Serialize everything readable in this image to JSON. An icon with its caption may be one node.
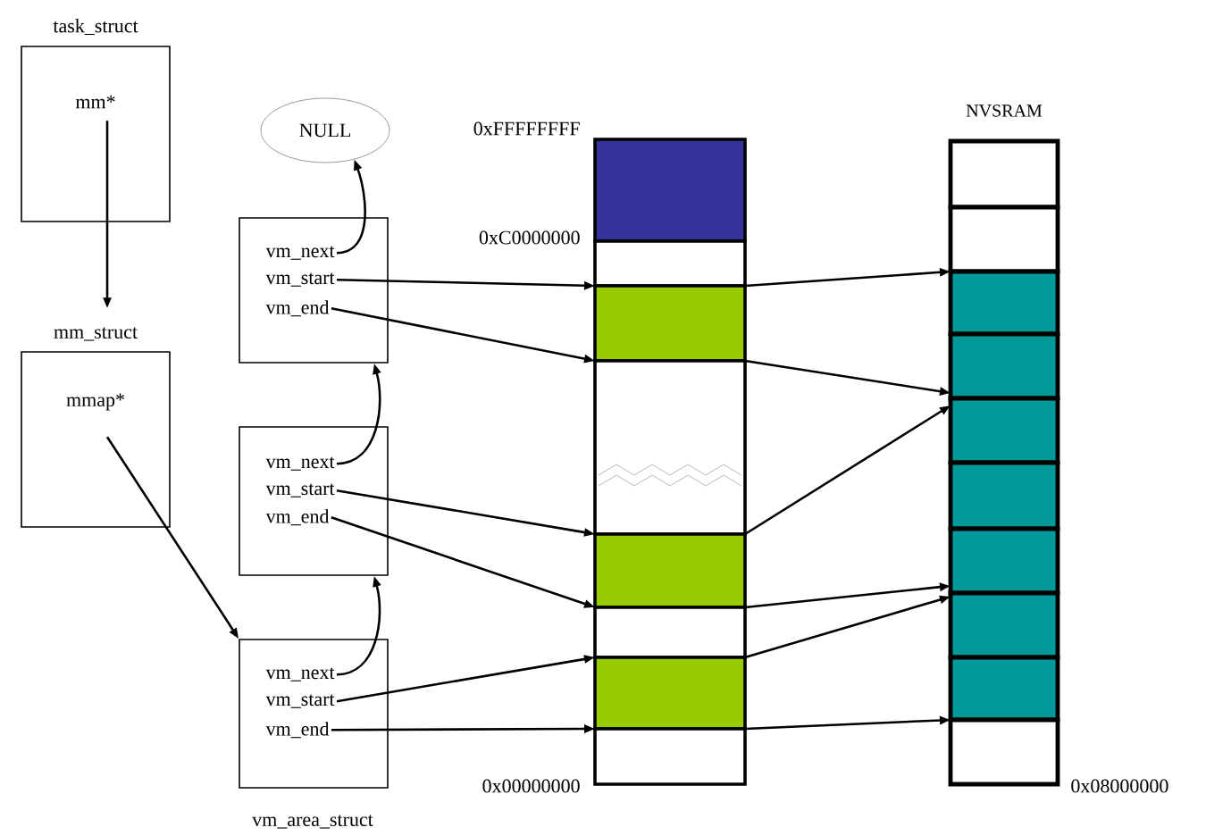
{
  "diagram": {
    "nodes": [
      {
        "text": [
          "task_struct",
          "mm*"
        ]
      },
      {
        "text": [
          "mm_struct",
          "mmap*"
        ]
      },
      {
        "text": [
          "NULL"
        ]
      },
      {
        "text": [],
        "shape": "box"
      },
      {
        "text": [
          "vm_next"
        ],
        "in": 3
      },
      {
        "text": [
          "vm_start"
        ],
        "in": 3
      },
      {
        "text": [
          "vm_end"
        ],
        "in": 3
      },
      {
        "text": [],
        "shape": "box"
      },
      {
        "text": [
          "vm_next"
        ],
        "in": 7
      },
      {
        "text": [
          "vm_start"
        ],
        "in": 7
      },
      {
        "text": [
          "vm_end"
        ],
        "in": 7
      },
      {
        "text": [],
        "shape": "box"
      },
      {
        "text": [
          "vm_next"
        ],
        "in": 11
      },
      {
        "text": [
          "vm_start"
        ],
        "in": 11
      },
      {
        "text": [
          "vm_end"
        ],
        "in": 11
      },
      {
        "text": [],
        "shape": "box"
      },
      {
        "text": [],
        "shape": "box"
      },
      {
        "text": [],
        "shape": "box"
      },
      {
        "text": [],
        "shape": "box"
      },
      {
        "text": [],
        "shape": "box"
      },
      {
        "text": [],
        "shape": "box"
      },
      {
        "text": [],
        "shape": "box"
      },
      {
        "text": [],
        "shape": "box"
      },
      {
        "text": [],
        "shape": "box"
      },
      {
        "text": [],
        "shape": "box"
      },
      {
        "text": [],
        "shape": "box"
      },
      {
        "text": [],
        "shape": "box"
      },
      {
        "text": [],
        "shape": "box"
      },
      {
        "text": [],
        "shape": "box"
      },
      {
        "text": [],
        "shape": "box"
      },
      {
        "text": [],
        "shape": "box"
      },
      {
        "text": [],
        "shape": "box"
      },
      {
        "text": [],
        "shape": "box"
      }
    ],
    "edges": [
      {
        "from": 0,
        "to": 1,
        "arrow": "to"
      },
      {
        "from": 1,
        "to": 11,
        "arrow": "to"
      },
      {
        "from": 4,
        "to": 2,
        "arrow": "to"
      },
      {
        "from": 8,
        "to": 3,
        "arrow": "to"
      },
      {
        "from": 12,
        "to": 7,
        "arrow": "to"
      },
      {
        "from": 5,
        "to": 17,
        "arrow": "to"
      },
      {
        "from": 6,
        "to": 17,
        "arrow": "to"
      },
      {
        "from": 9,
        "to": 19,
        "arrow": "to"
      },
      {
        "from": 10,
        "to": 19,
        "arrow": "to"
      },
      {
        "from": 13,
        "to": 21,
        "arrow": "to"
      },
      {
        "from": 14,
        "to": 21,
        "arrow": "to"
      },
      {
        "from": 17,
        "to": 25,
        "arrow": "to"
      },
      {
        "from": 17,
        "to": 27,
        "arrow": "to"
      },
      {
        "from": 19,
        "to": 27,
        "arrow": "to"
      },
      {
        "from": 19,
        "to": 29,
        "arrow": "to"
      },
      {
        "from": 21,
        "to": 30,
        "arrow": "to"
      },
      {
        "from": 21,
        "to": 32,
        "arrow": "to"
      }
    ],
    "labels": [
      "NVSRAM",
      "0xFFFFFFFF",
      "0xC0000000",
      "0x00000000",
      "0x08000000",
      "vm_area_struct"
    ]
  }
}
